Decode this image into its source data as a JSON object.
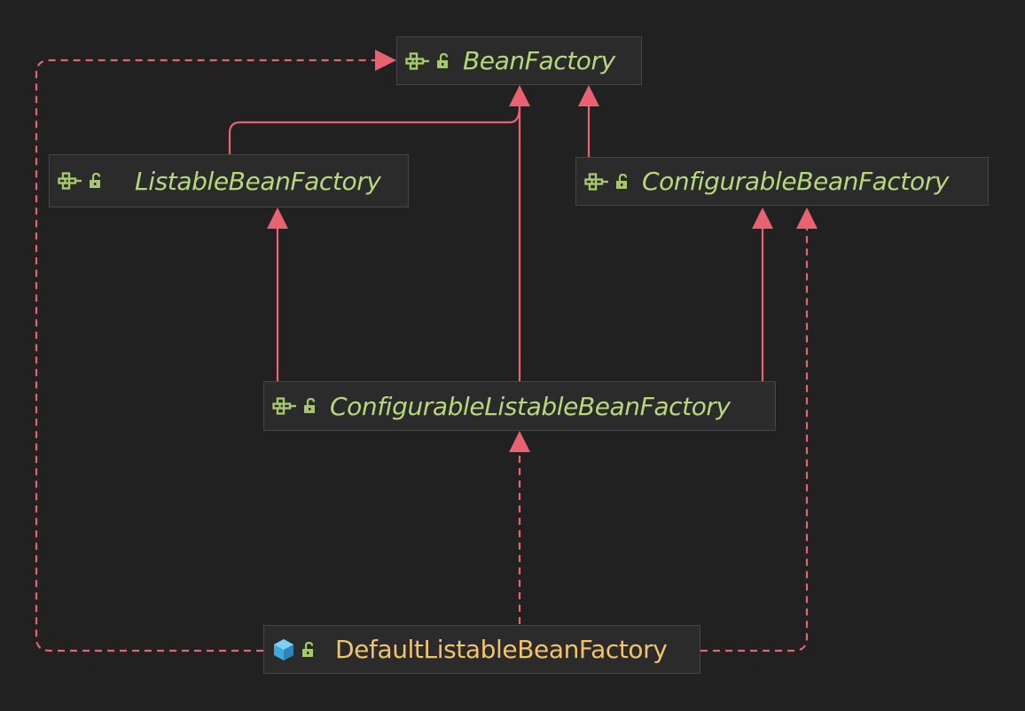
{
  "colors": {
    "background": "#212121",
    "node_fill": "#2b2b2b",
    "node_border": "#454545",
    "interface_text": "#b6d97e",
    "class_text": "#f2c36b",
    "edge": "#e8636f",
    "interface_icon": "#a5c86b",
    "class_icon": "#3fa9e0"
  },
  "nodes": {
    "bean_factory": {
      "label": "BeanFactory",
      "kind": "interface",
      "icons": [
        "interface-icon",
        "public-lock-icon"
      ]
    },
    "listable_bean_factory": {
      "label": "ListableBeanFactory",
      "kind": "interface",
      "icons": [
        "interface-icon",
        "public-lock-icon"
      ]
    },
    "configurable_bean_factory": {
      "label": "ConfigurableBeanFactory",
      "kind": "interface",
      "icons": [
        "interface-icon",
        "public-lock-icon"
      ]
    },
    "configurable_listable_bean_factory": {
      "label": "ConfigurableListableBeanFactory",
      "kind": "interface",
      "icons": [
        "interface-icon",
        "public-lock-icon"
      ]
    },
    "default_listable_bean_factory": {
      "label": "DefaultListableBeanFactory",
      "kind": "class",
      "icons": [
        "class-icon",
        "public-lock-icon"
      ]
    }
  },
  "edges": [
    {
      "from": "listable_bean_factory",
      "to": "bean_factory",
      "style": "solid"
    },
    {
      "from": "configurable_bean_factory",
      "to": "bean_factory",
      "style": "solid"
    },
    {
      "from": "configurable_listable_bean_factory",
      "to": "bean_factory",
      "style": "solid"
    },
    {
      "from": "configurable_listable_bean_factory",
      "to": "listable_bean_factory",
      "style": "solid"
    },
    {
      "from": "configurable_listable_bean_factory",
      "to": "configurable_bean_factory",
      "style": "solid"
    },
    {
      "from": "default_listable_bean_factory",
      "to": "configurable_listable_bean_factory",
      "style": "dashed"
    },
    {
      "from": "default_listable_bean_factory",
      "to": "bean_factory",
      "style": "dashed"
    },
    {
      "from": "default_listable_bean_factory",
      "to": "configurable_bean_factory",
      "style": "dashed"
    }
  ]
}
